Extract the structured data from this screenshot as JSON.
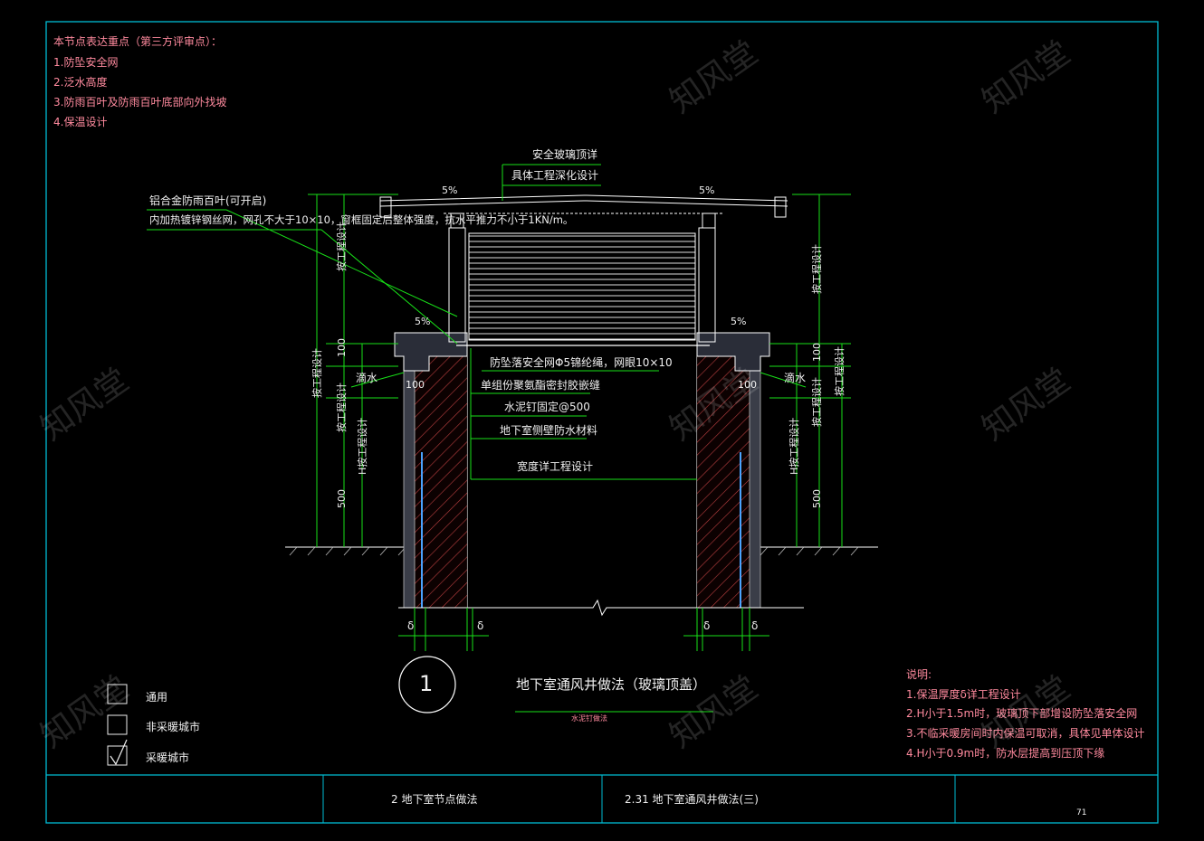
{
  "review_notes": {
    "heading": "本节点表达重点（第三方评审点）：",
    "items": [
      "1.防坠安全网",
      "2.泛水高度",
      "3.防雨百叶及防雨百叶底部向外找坡",
      "4.保温设计"
    ]
  },
  "callouts": {
    "glass_top": "安全玻璃顶详",
    "glass_top_2": "具体工程深化设计",
    "louver_1": "铝合金防雨百叶(可开启)",
    "louver_2": "内加热镀锌钢丝网，网孔不大于10×10，窗框固定后整体强度，抗水平推力不小于1KN/m。",
    "net": "防坠落安全网Φ5锦纶绳，网眼10×10",
    "sealant": "单组份聚氨酯密封胶嵌缝",
    "nail": "水泥钉固定@500",
    "waterproof": "地下室侧壁防水材料",
    "width": "宽度详工程设计"
  },
  "dimensions": {
    "slope_5": "5%",
    "d100": "100",
    "d500": "500",
    "by_project": "按工程设计",
    "h_by_project": "H按工程设计",
    "drip": "滴水",
    "delta": "δ"
  },
  "detail": {
    "number": "1",
    "title": "地下室通风井做法（玻璃顶盖）",
    "subtitle": "水泥钉做法"
  },
  "legend": [
    {
      "label": "通用",
      "checked": false
    },
    {
      "label": "非采暖城市",
      "checked": false
    },
    {
      "label": "采暖城市",
      "checked": true
    }
  ],
  "notes": {
    "heading": "说明:",
    "items": [
      "1.保温厚度δ详工程设计",
      "2.H小于1.5m时，玻璃顶下部增设防坠落安全网",
      "3.不临采暖房间时内保温可取消，具体见单体设计",
      "4.H小于0.9m时，防水层提高到压顶下缘"
    ]
  },
  "title_block": {
    "chapter": "2  地下室节点做法",
    "section": "2.31  地下室通风井做法(三)",
    "page": "71"
  },
  "watermark": "知风堂",
  "colors": {
    "frame": "#00bcd4",
    "line": "#18e018",
    "structure": "#ffffff",
    "hatch": "#e85a5a",
    "insulation": "#9aa0b0",
    "note_text": "#ff8a9e",
    "dim_text": "#ffffff"
  }
}
